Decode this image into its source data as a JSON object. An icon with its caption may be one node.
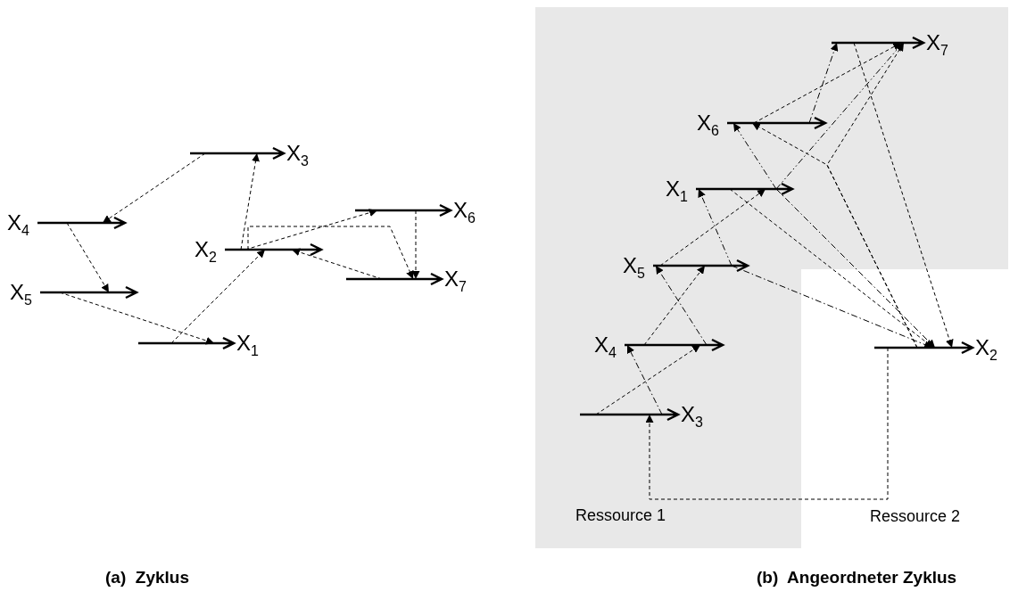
{
  "diagram": {
    "nodes": [
      {
        "text": [
          "X$_{3}$"
        ]
      },
      {
        "text": [
          "X$_{4}$"
        ]
      },
      {
        "text": [
          "X$_{6}$"
        ]
      },
      {
        "text": [
          "X$_{2}$"
        ]
      },
      {
        "text": [
          "X$_{5}$"
        ]
      },
      {
        "text": [
          "X$_{7}$"
        ]
      },
      {
        "text": [
          "X$_{1}$"
        ]
      },
      {
        "text": [
          "Ressource 1"
        ]
      },
      {
        "text": [
          "X$_{7}$"
        ],
        "in": 7
      },
      {
        "text": [
          "X$_{6}$"
        ],
        "in": 7
      },
      {
        "text": [
          "X$_{1}$"
        ],
        "in": 7
      },
      {
        "text": [
          "X$_{5}$"
        ],
        "in": 7
      },
      {
        "text": [
          "X$_{4}$"
        ],
        "in": 7
      },
      {
        "text": [
          "X$_{3}$"
        ],
        "in": 7
      },
      {
        "text": [
          "X$_{2}$"
        ]
      }
    ],
    "edges": [
      {
        "from": 0,
        "to": 1,
        "arrow": "to",
        "style": "dashed"
      },
      {
        "from": 1,
        "to": 4,
        "arrow": "to",
        "style": "dashed"
      },
      {
        "from": 4,
        "to": 6,
        "arrow": "to",
        "style": "dashed"
      },
      {
        "from": 6,
        "to": 3,
        "arrow": "to",
        "style": "dashed"
      },
      {
        "from": 3,
        "to": 0,
        "arrow": "to",
        "style": "dashed"
      },
      {
        "from": 3,
        "to": 2,
        "arrow": "to",
        "style": "dashed"
      },
      {
        "from": 3,
        "to": 5,
        "arrow": "to",
        "style": "dashed"
      },
      {
        "from": 2,
        "to": 5,
        "arrow": "to",
        "style": "dashed"
      },
      {
        "from": 5,
        "to": 3,
        "arrow": "to",
        "style": "dashed"
      },
      {
        "from": 9,
        "to": 8,
        "arrow": "to",
        "style": "dashed"
      },
      {
        "from": 9,
        "to": 8,
        "arrow": "to",
        "style": "dashed"
      },
      {
        "from": 14,
        "to": 9,
        "arrow": "to",
        "style": "dashed"
      },
      {
        "from": 14,
        "to": 8,
        "arrow": "to",
        "style": "dashed"
      },
      {
        "from": 10,
        "to": 9,
        "arrow": "to",
        "style": "dashed"
      },
      {
        "from": 10,
        "to": 8,
        "arrow": "to",
        "style": "dashed"
      },
      {
        "from": 10,
        "to": 14,
        "arrow": "to",
        "style": "dashed"
      },
      {
        "from": 8,
        "to": 14,
        "arrow": "to",
        "style": "dashed"
      },
      {
        "from": 10,
        "to": 14,
        "arrow": "to",
        "style": "dashed"
      },
      {
        "from": 11,
        "to": 10,
        "arrow": "to",
        "style": "dashed"
      },
      {
        "from": 11,
        "to": 10,
        "arrow": "to",
        "style": "dashed"
      },
      {
        "from": 11,
        "to": 14,
        "arrow": "to",
        "style": "dashed"
      },
      {
        "from": 12,
        "to": 11,
        "arrow": "to",
        "style": "dashed"
      },
      {
        "from": 12,
        "to": 11,
        "arrow": "to",
        "style": "dashed"
      },
      {
        "from": 13,
        "to": 12,
        "arrow": "to",
        "style": "dashed"
      },
      {
        "from": 13,
        "to": 12,
        "arrow": "to",
        "style": "dashed"
      },
      {
        "from": 14,
        "to": 13,
        "arrow": "to",
        "style": "dashed"
      }
    ],
    "labels": [
      "Ressource 2",
      "(a)  Zyklus",
      "(b)  Angeordneter Zyklus"
    ]
  }
}
